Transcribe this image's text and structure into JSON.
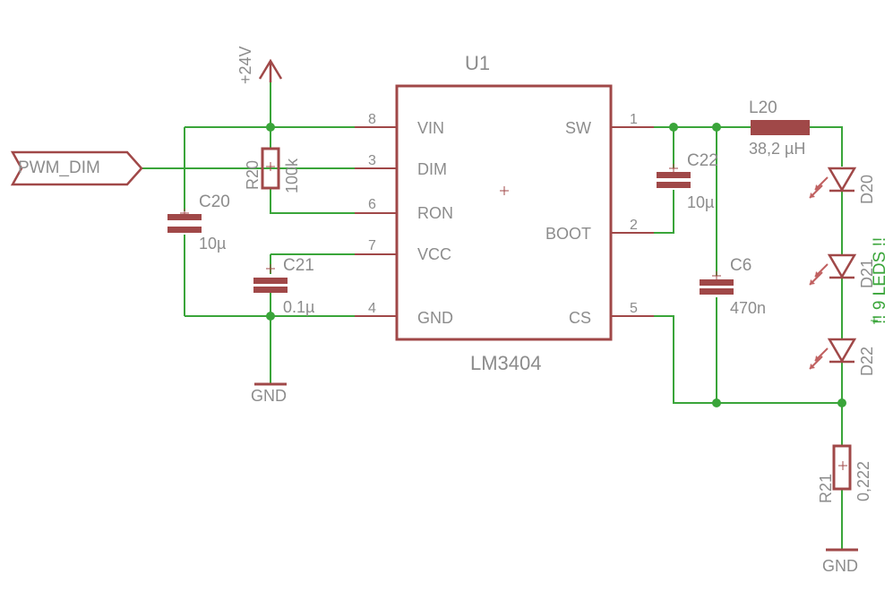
{
  "chip": {
    "ref": "U1",
    "value": "LM3404",
    "pins_left": [
      {
        "num": "8",
        "name": "VIN"
      },
      {
        "num": "3",
        "name": "DIM"
      },
      {
        "num": "6",
        "name": "RON"
      },
      {
        "num": "7",
        "name": "VCC"
      },
      {
        "num": "4",
        "name": "GND"
      }
    ],
    "pins_right": [
      {
        "num": "1",
        "name": "SW"
      },
      {
        "num": "2",
        "name": "BOOT"
      },
      {
        "num": "5",
        "name": "CS"
      }
    ]
  },
  "supply": {
    "label": "+24V"
  },
  "grounds": {
    "left": "GND",
    "right": "GND"
  },
  "input": {
    "label": "PWM_DIM"
  },
  "components": {
    "r20": {
      "ref": "R20",
      "value": "100k"
    },
    "c20": {
      "ref": "C20",
      "value": "10µ"
    },
    "c21": {
      "ref": "C21",
      "value": "0.1µ"
    },
    "c22": {
      "ref": "C22",
      "value": "10µ"
    },
    "c6": {
      "ref": "C6",
      "value": "470n"
    },
    "l20": {
      "ref": "L20",
      "value": "38,2 µH"
    },
    "r21": {
      "ref": "R21",
      "value": "0,222"
    },
    "d20": {
      "ref": "D20"
    },
    "d21": {
      "ref": "D21"
    },
    "d22": {
      "ref": "D22"
    }
  },
  "note": {
    "text": "!! 9 LEDS !!"
  },
  "colors": {
    "wire": "#3aa53a",
    "symbol": "#a04848",
    "text": "#8c8c8c"
  }
}
